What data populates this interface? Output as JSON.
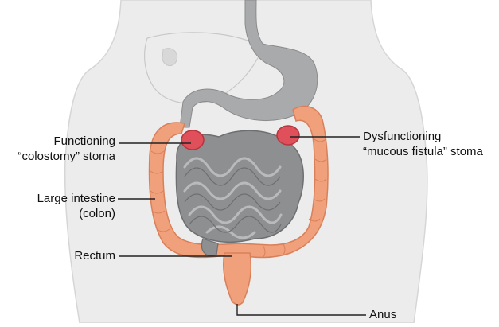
{
  "labels": {
    "functioning": {
      "line1": "Functioning",
      "line2": "“colostomy” stoma"
    },
    "dysfunctioning": {
      "line1": "Dysfunctioning",
      "line2": "“mucous fistula” stoma"
    },
    "large_intestine": {
      "line1": "Large intestine",
      "line2": "(colon)"
    },
    "rectum": "Rectum",
    "anus": "Anus"
  },
  "colors": {
    "torso": "#ececec",
    "torso_outline": "#d6d6d6",
    "organ_outline": "#c8c8c8",
    "small_intestine": "#8e8f91",
    "small_intestine_highlight": "#b9babc",
    "colon": "#f0a07a",
    "colon_shade": "#d9805a",
    "stoma": "#e0505a",
    "leader_line": "#222222"
  }
}
